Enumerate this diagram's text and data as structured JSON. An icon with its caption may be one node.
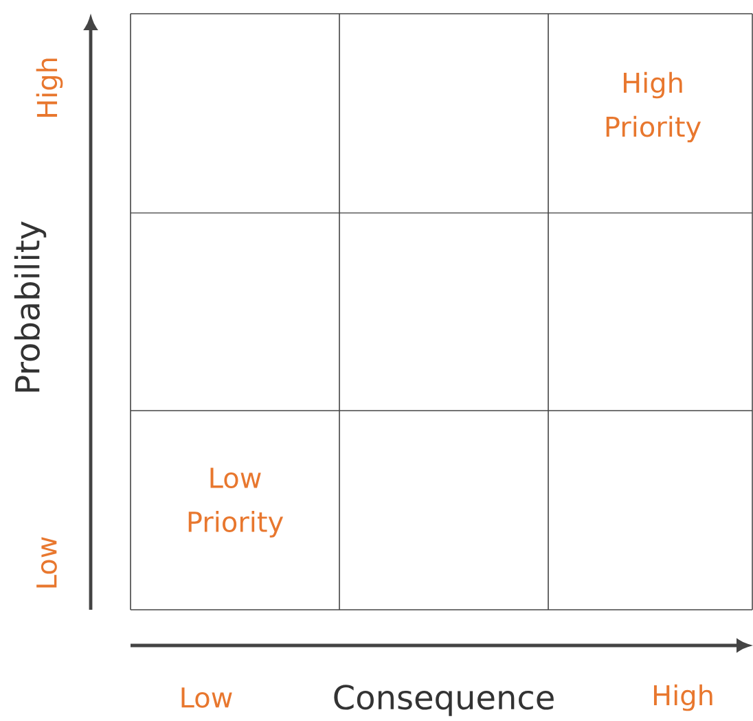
{
  "diagram": {
    "labels": [
      "High",
      "High Priority",
      "Probability",
      "Low Priority",
      "Low",
      "Low",
      "Consequence",
      "High"
    ]
  }
}
